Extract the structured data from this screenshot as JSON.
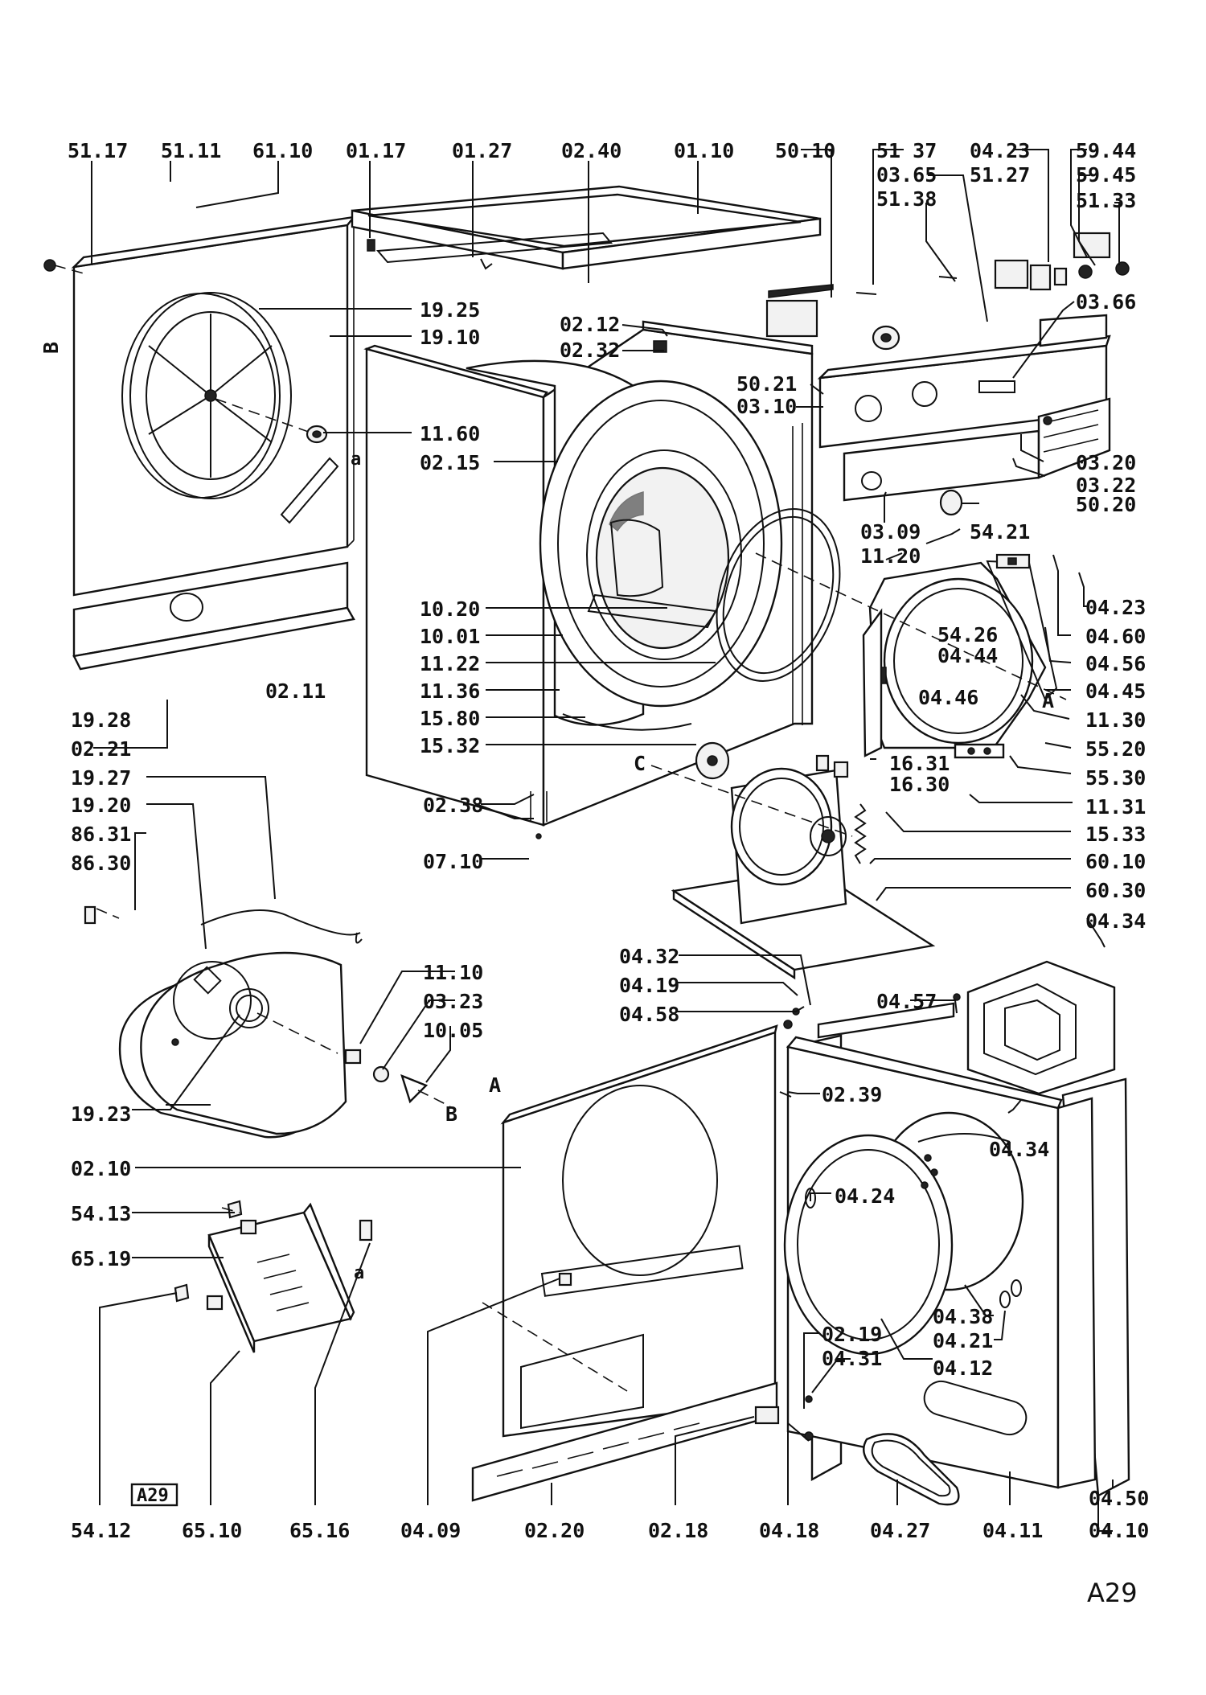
{
  "diagram": {
    "sheet_code": "A29",
    "box_code": "A29",
    "section_letters": [
      "A",
      "A",
      "B",
      "B",
      "C",
      "a",
      "a"
    ],
    "labels": [
      {
        "id": "51.17",
        "text": "51.17"
      },
      {
        "id": "51.11",
        "text": "51.11"
      },
      {
        "id": "61.10",
        "text": "61.10"
      },
      {
        "id": "01.17",
        "text": "01.17"
      },
      {
        "id": "01.27",
        "text": "01.27"
      },
      {
        "id": "02.40",
        "text": "02.40"
      },
      {
        "id": "01.10",
        "text": "01.10"
      },
      {
        "id": "50.10",
        "text": "50.10"
      },
      {
        "id": "51.37",
        "text": "51 37"
      },
      {
        "id": "03.65",
        "text": "03.65"
      },
      {
        "id": "51.38",
        "text": "51.38"
      },
      {
        "id": "04.23a",
        "text": "04.23"
      },
      {
        "id": "51.27",
        "text": "51.27"
      },
      {
        "id": "59.44",
        "text": "59.44"
      },
      {
        "id": "59.45",
        "text": "59.45"
      },
      {
        "id": "51.33",
        "text": "51.33"
      },
      {
        "id": "19.25",
        "text": "19.25"
      },
      {
        "id": "19.10",
        "text": "19.10"
      },
      {
        "id": "02.12",
        "text": "02.12"
      },
      {
        "id": "02.32",
        "text": "02.32"
      },
      {
        "id": "03.66",
        "text": "03.66"
      },
      {
        "id": "50.21",
        "text": "50.21"
      },
      {
        "id": "03.10",
        "text": "03.10"
      },
      {
        "id": "11.60",
        "text": "11.60"
      },
      {
        "id": "02.15",
        "text": "02.15"
      },
      {
        "id": "03.20",
        "text": "03.20"
      },
      {
        "id": "03.22",
        "text": "03.22"
      },
      {
        "id": "50.20",
        "text": "50.20"
      },
      {
        "id": "03.09",
        "text": "03.09"
      },
      {
        "id": "54.21",
        "text": "54.21"
      },
      {
        "id": "11.20",
        "text": "11.20"
      },
      {
        "id": "04.23b",
        "text": "04.23"
      },
      {
        "id": "10.20",
        "text": "10.20"
      },
      {
        "id": "04.60",
        "text": "04.60"
      },
      {
        "id": "10.01",
        "text": "10.01"
      },
      {
        "id": "54.26",
        "text": "54.26"
      },
      {
        "id": "04.44",
        "text": "04.44"
      },
      {
        "id": "04.56",
        "text": "04.56"
      },
      {
        "id": "11.22",
        "text": "11.22"
      },
      {
        "id": "02.11",
        "text": "02.11"
      },
      {
        "id": "11.36",
        "text": "11.36"
      },
      {
        "id": "04.45",
        "text": "04.45"
      },
      {
        "id": "04.46",
        "text": "04.46"
      },
      {
        "id": "19.28",
        "text": "19.28"
      },
      {
        "id": "15.80",
        "text": "15.80"
      },
      {
        "id": "11.30",
        "text": "11.30"
      },
      {
        "id": "02.21",
        "text": "02.21"
      },
      {
        "id": "15.32",
        "text": "15.32"
      },
      {
        "id": "55.20",
        "text": "55.20"
      },
      {
        "id": "19.27",
        "text": "19.27"
      },
      {
        "id": "16.31",
        "text": "16.31"
      },
      {
        "id": "16.30",
        "text": "16.30"
      },
      {
        "id": "55.30",
        "text": "55.30"
      },
      {
        "id": "19.20",
        "text": "19.20"
      },
      {
        "id": "02.38",
        "text": "02.38"
      },
      {
        "id": "11.31",
        "text": "11.31"
      },
      {
        "id": "86.31",
        "text": "86.31"
      },
      {
        "id": "15.33",
        "text": "15.33"
      },
      {
        "id": "86.30",
        "text": "86.30"
      },
      {
        "id": "07.10",
        "text": "07.10"
      },
      {
        "id": "60.10",
        "text": "60.10"
      },
      {
        "id": "60.30",
        "text": "60.30"
      },
      {
        "id": "04.34a",
        "text": "04.34"
      },
      {
        "id": "04.32",
        "text": "04.32"
      },
      {
        "id": "11.10",
        "text": "11.10"
      },
      {
        "id": "04.19",
        "text": "04.19"
      },
      {
        "id": "04.57",
        "text": "04.57"
      },
      {
        "id": "03.23",
        "text": "03.23"
      },
      {
        "id": "04.58",
        "text": "04.58"
      },
      {
        "id": "10.05",
        "text": "10.05"
      },
      {
        "id": "19.23",
        "text": "19.23"
      },
      {
        "id": "02.39",
        "text": "02.39"
      },
      {
        "id": "04.34b",
        "text": "04.34"
      },
      {
        "id": "02.10",
        "text": "02.10"
      },
      {
        "id": "04.24",
        "text": "04.24"
      },
      {
        "id": "54.13",
        "text": "54.13"
      },
      {
        "id": "65.19",
        "text": "65.19"
      },
      {
        "id": "04.38",
        "text": "04.38"
      },
      {
        "id": "04.21",
        "text": "04.21"
      },
      {
        "id": "02.19",
        "text": "02.19"
      },
      {
        "id": "04.31",
        "text": "04.31"
      },
      {
        "id": "04.12",
        "text": "04.12"
      },
      {
        "id": "04.50",
        "text": "04.50"
      },
      {
        "id": "54.12",
        "text": "54.12"
      },
      {
        "id": "65.10",
        "text": "65.10"
      },
      {
        "id": "65.16",
        "text": "65.16"
      },
      {
        "id": "04.09",
        "text": "04.09"
      },
      {
        "id": "02.20",
        "text": "02.20"
      },
      {
        "id": "02.18",
        "text": "02.18"
      },
      {
        "id": "04.18",
        "text": "04.18"
      },
      {
        "id": "04.27",
        "text": "04.27"
      },
      {
        "id": "04.11",
        "text": "04.11"
      },
      {
        "id": "04.10",
        "text": "04.10"
      }
    ]
  }
}
